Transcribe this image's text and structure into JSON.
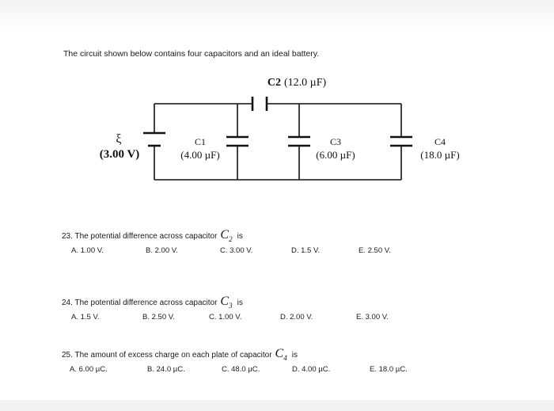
{
  "intro": "The circuit shown below contains four capacitors and an ideal battery.",
  "circuit": {
    "c2_name": "C2",
    "c2_value": "(12.0 µF)",
    "battery_symbol": "ξ",
    "battery_value": "(3.00 V)",
    "c1_name": "C1",
    "c1_value": "(4.00 µF)",
    "c3_name": "C3",
    "c3_value": "(6.00 µF)",
    "c4_name": "C4",
    "c4_value": "(18.0 µF)"
  },
  "questions": [
    {
      "stem": "23. The potential difference across capacitor",
      "cap_letter": "C",
      "cap_sub": "2",
      "tail": "is",
      "options": [
        "A.  1.00 V.",
        "B.  2.00 V.",
        "C.  3.00 V.",
        "D.  1.5 V.",
        "E.  2.50 V."
      ]
    },
    {
      "stem": "24. The potential difference across capacitor",
      "cap_letter": "C",
      "cap_sub": "3",
      "tail": "is",
      "options": [
        "A.  1.5 V.",
        "B.  2.50 V.",
        "C.  1.00 V.",
        "D.  2.00 V.",
        "E.  3.00 V."
      ]
    },
    {
      "stem": "25. The amount of excess charge on each plate of capacitor",
      "cap_letter": "C",
      "cap_sub": "4",
      "tail": "is",
      "options": [
        "A.  6.00 µC.",
        "B.  24.0 µC.",
        "C.  48.0 µC.",
        "D.  4.00 µC.",
        "E.  18.0 µC."
      ]
    }
  ]
}
